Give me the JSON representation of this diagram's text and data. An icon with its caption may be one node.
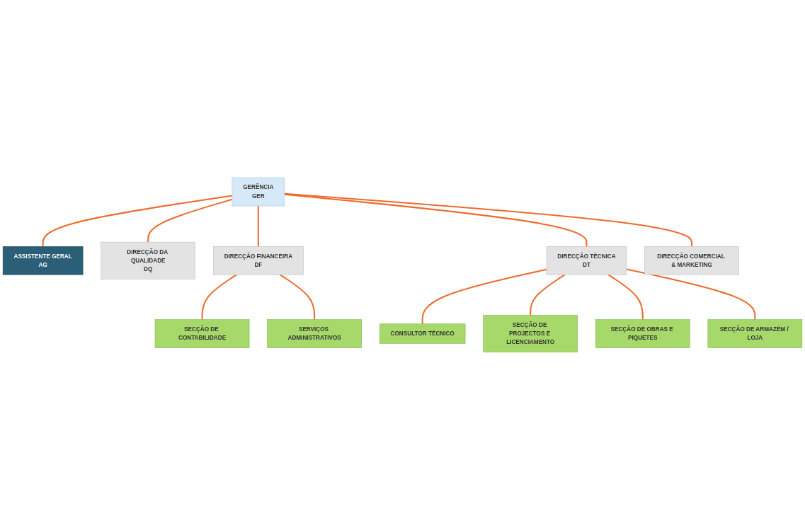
{
  "diagram": {
    "nodes": [
      {
        "text": [
          "GERÊNCIA",
          "GER"
        ]
      },
      {
        "text": [
          "ASSISTENTE GERAL",
          "AG"
        ]
      },
      {
        "text": [
          "DIRECÇÃO DA QUALIDADE",
          "DQ"
        ]
      },
      {
        "text": [
          "DIRECÇÃO FINANCEIRA",
          "DF"
        ]
      },
      {
        "text": [
          "DIRECÇÃO TÉCNICA",
          "DT"
        ]
      },
      {
        "text": [
          "DIRECÇÃO COMERCIAL & MARKETING"
        ]
      },
      {
        "text": [
          "SECÇÃO DE CONTABILIDADE"
        ]
      },
      {
        "text": [
          "SERVIÇOS ADMINISTRATIVOS"
        ]
      },
      {
        "text": [
          "CONSULTOR TÉCNICO"
        ]
      },
      {
        "text": [
          "SECÇÃO DE PROJECTOS E LICENCIAMENTO"
        ]
      },
      {
        "text": [
          "SECÇÃO DE OBRAS E PIQUETES"
        ]
      },
      {
        "text": [
          "SECÇÃO DE ARMAZÉM / LOJA"
        ]
      }
    ],
    "edges": [
      {
        "from": 0,
        "to": 1,
        "arrow": "none"
      },
      {
        "from": 0,
        "to": 2,
        "arrow": "none"
      },
      {
        "from": 0,
        "to": 3,
        "arrow": "none"
      },
      {
        "from": 0,
        "to": 4,
        "arrow": "none"
      },
      {
        "from": 0,
        "to": 5,
        "arrow": "none"
      },
      {
        "from": 3,
        "to": 6,
        "arrow": "none"
      },
      {
        "from": 3,
        "to": 7,
        "arrow": "none"
      },
      {
        "from": 4,
        "to": 8,
        "arrow": "none"
      },
      {
        "from": 4,
        "to": 9,
        "arrow": "none"
      },
      {
        "from": 4,
        "to": 10,
        "arrow": "none"
      },
      {
        "from": 4,
        "to": 11,
        "arrow": "none"
      }
    ]
  }
}
